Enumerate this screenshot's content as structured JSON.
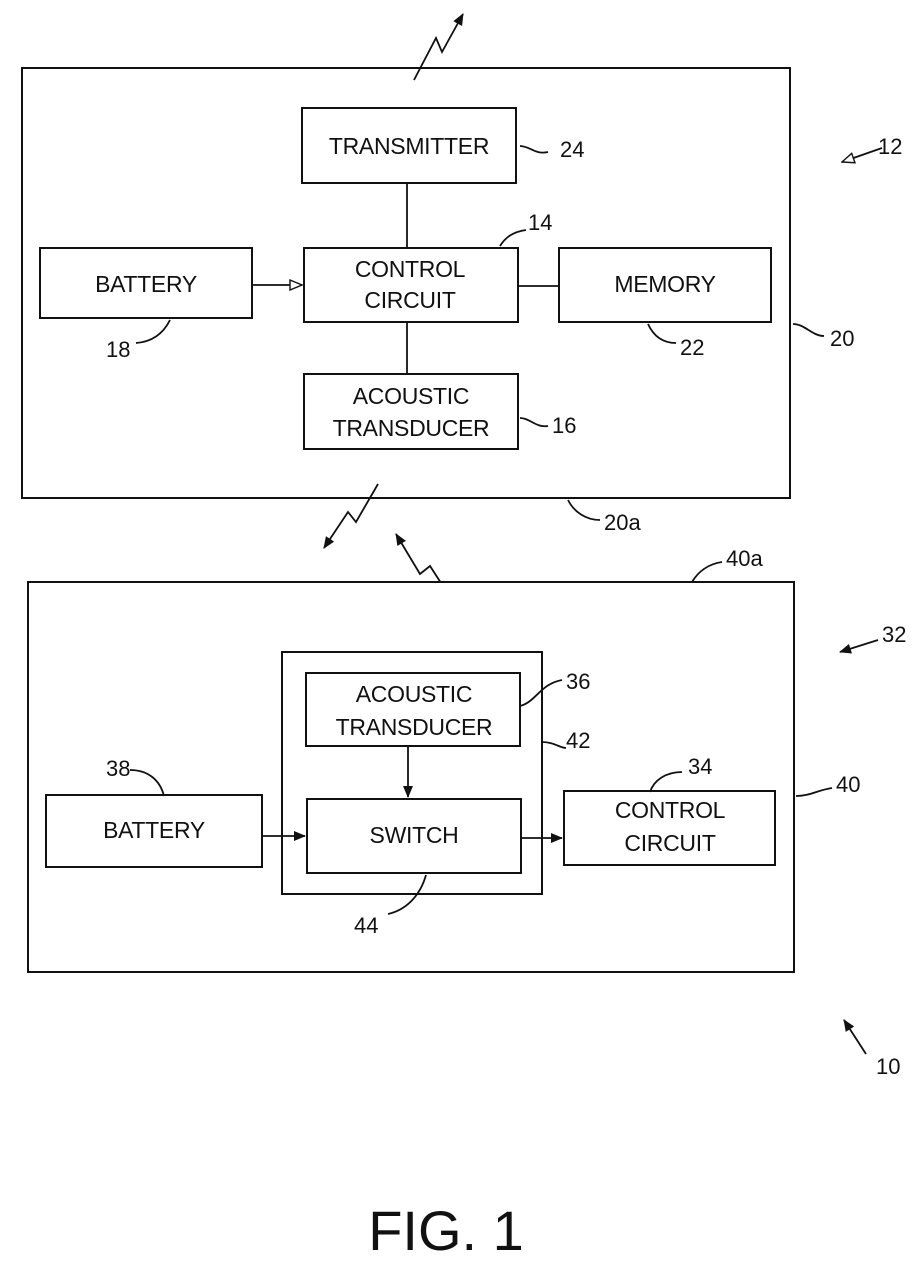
{
  "figure_label": "FIG. 1",
  "transmitter_unit": {
    "transmitter": "TRANSMITTER",
    "control_circuit": [
      "CONTROL",
      "CIRCUIT"
    ],
    "battery": "BATTERY",
    "memory": "MEMORY",
    "acoustic_transducer": [
      "ACOUSTIC",
      "TRANSDUCER"
    ]
  },
  "receiver_unit": {
    "acoustic_transducer": [
      "ACOUSTIC",
      "TRANSDUCER"
    ],
    "switch": "SWITCH",
    "battery": "BATTERY",
    "control_circuit": [
      "CONTROL",
      "CIRCUIT"
    ]
  },
  "refs": {
    "r24": "24",
    "r12": "12",
    "r14": "14",
    "r18": "18",
    "r22": "22",
    "r20": "20",
    "r16": "16",
    "r20a": "20a",
    "r40a": "40a",
    "r32": "32",
    "r36": "36",
    "r42": "42",
    "r38": "38",
    "r34": "34",
    "r40": "40",
    "r44": "44",
    "r10": "10"
  }
}
